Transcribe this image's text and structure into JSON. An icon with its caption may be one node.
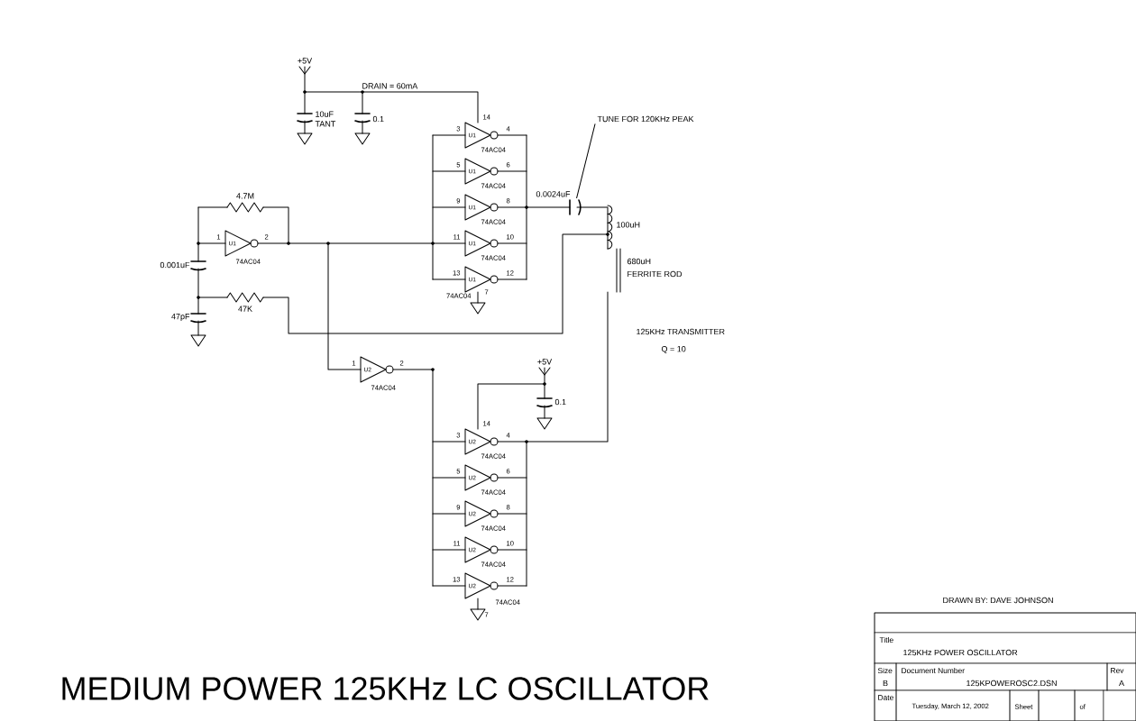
{
  "diagram": {
    "title": "MEDIUM POWER 125KHz LC OSCILLATOR",
    "nodes": [
      {
        "text": [
          "TUNE FOR 120KHz PEAK"
        ]
      },
      {
        "text": [],
        "shape": "capacitor"
      }
    ],
    "edges": [
      {
        "from": 0,
        "to": 1,
        "arrow": "none"
      }
    ],
    "labels": [
      "+5V",
      "DRAIN = 60mA",
      "10uF TANT",
      "0.1",
      "14",
      "3",
      "U1",
      "4",
      "74AC04",
      "5",
      "U1",
      "6",
      "74AC04",
      "9",
      "U1",
      "8",
      "74AC04",
      "11",
      "U1",
      "10",
      "74AC04",
      "13",
      "U1",
      "12",
      "74AC04",
      "7",
      "4.7M",
      "1",
      "U1",
      "2",
      "74AC04",
      "0.001uF",
      "47K",
      "47pF",
      "0.0024uF",
      "100uH",
      "680uH",
      "FERRITE ROD",
      "125KHz TRANSMITTER",
      "Q = 10",
      "1",
      "U2",
      "2",
      "74AC04",
      "+5V",
      "0.1",
      "14",
      "3",
      "U2",
      "4",
      "74AC04",
      "5",
      "U2",
      "6",
      "74AC04",
      "9",
      "U2",
      "8",
      "74AC04",
      "11",
      "U2",
      "10",
      "74AC04",
      "13",
      "U2",
      "12",
      "74AC04",
      "7",
      "DRAWN BY: DAVE JOHNSON",
      "Title",
      "125KHz POWER OSCILLATOR",
      "Size",
      "B",
      "Document Number",
      "125KPOWEROSC2.DSN",
      "Rev",
      "A",
      "Date",
      "Tuesday, March 12, 2002",
      "Sheet",
      "of"
    ]
  }
}
